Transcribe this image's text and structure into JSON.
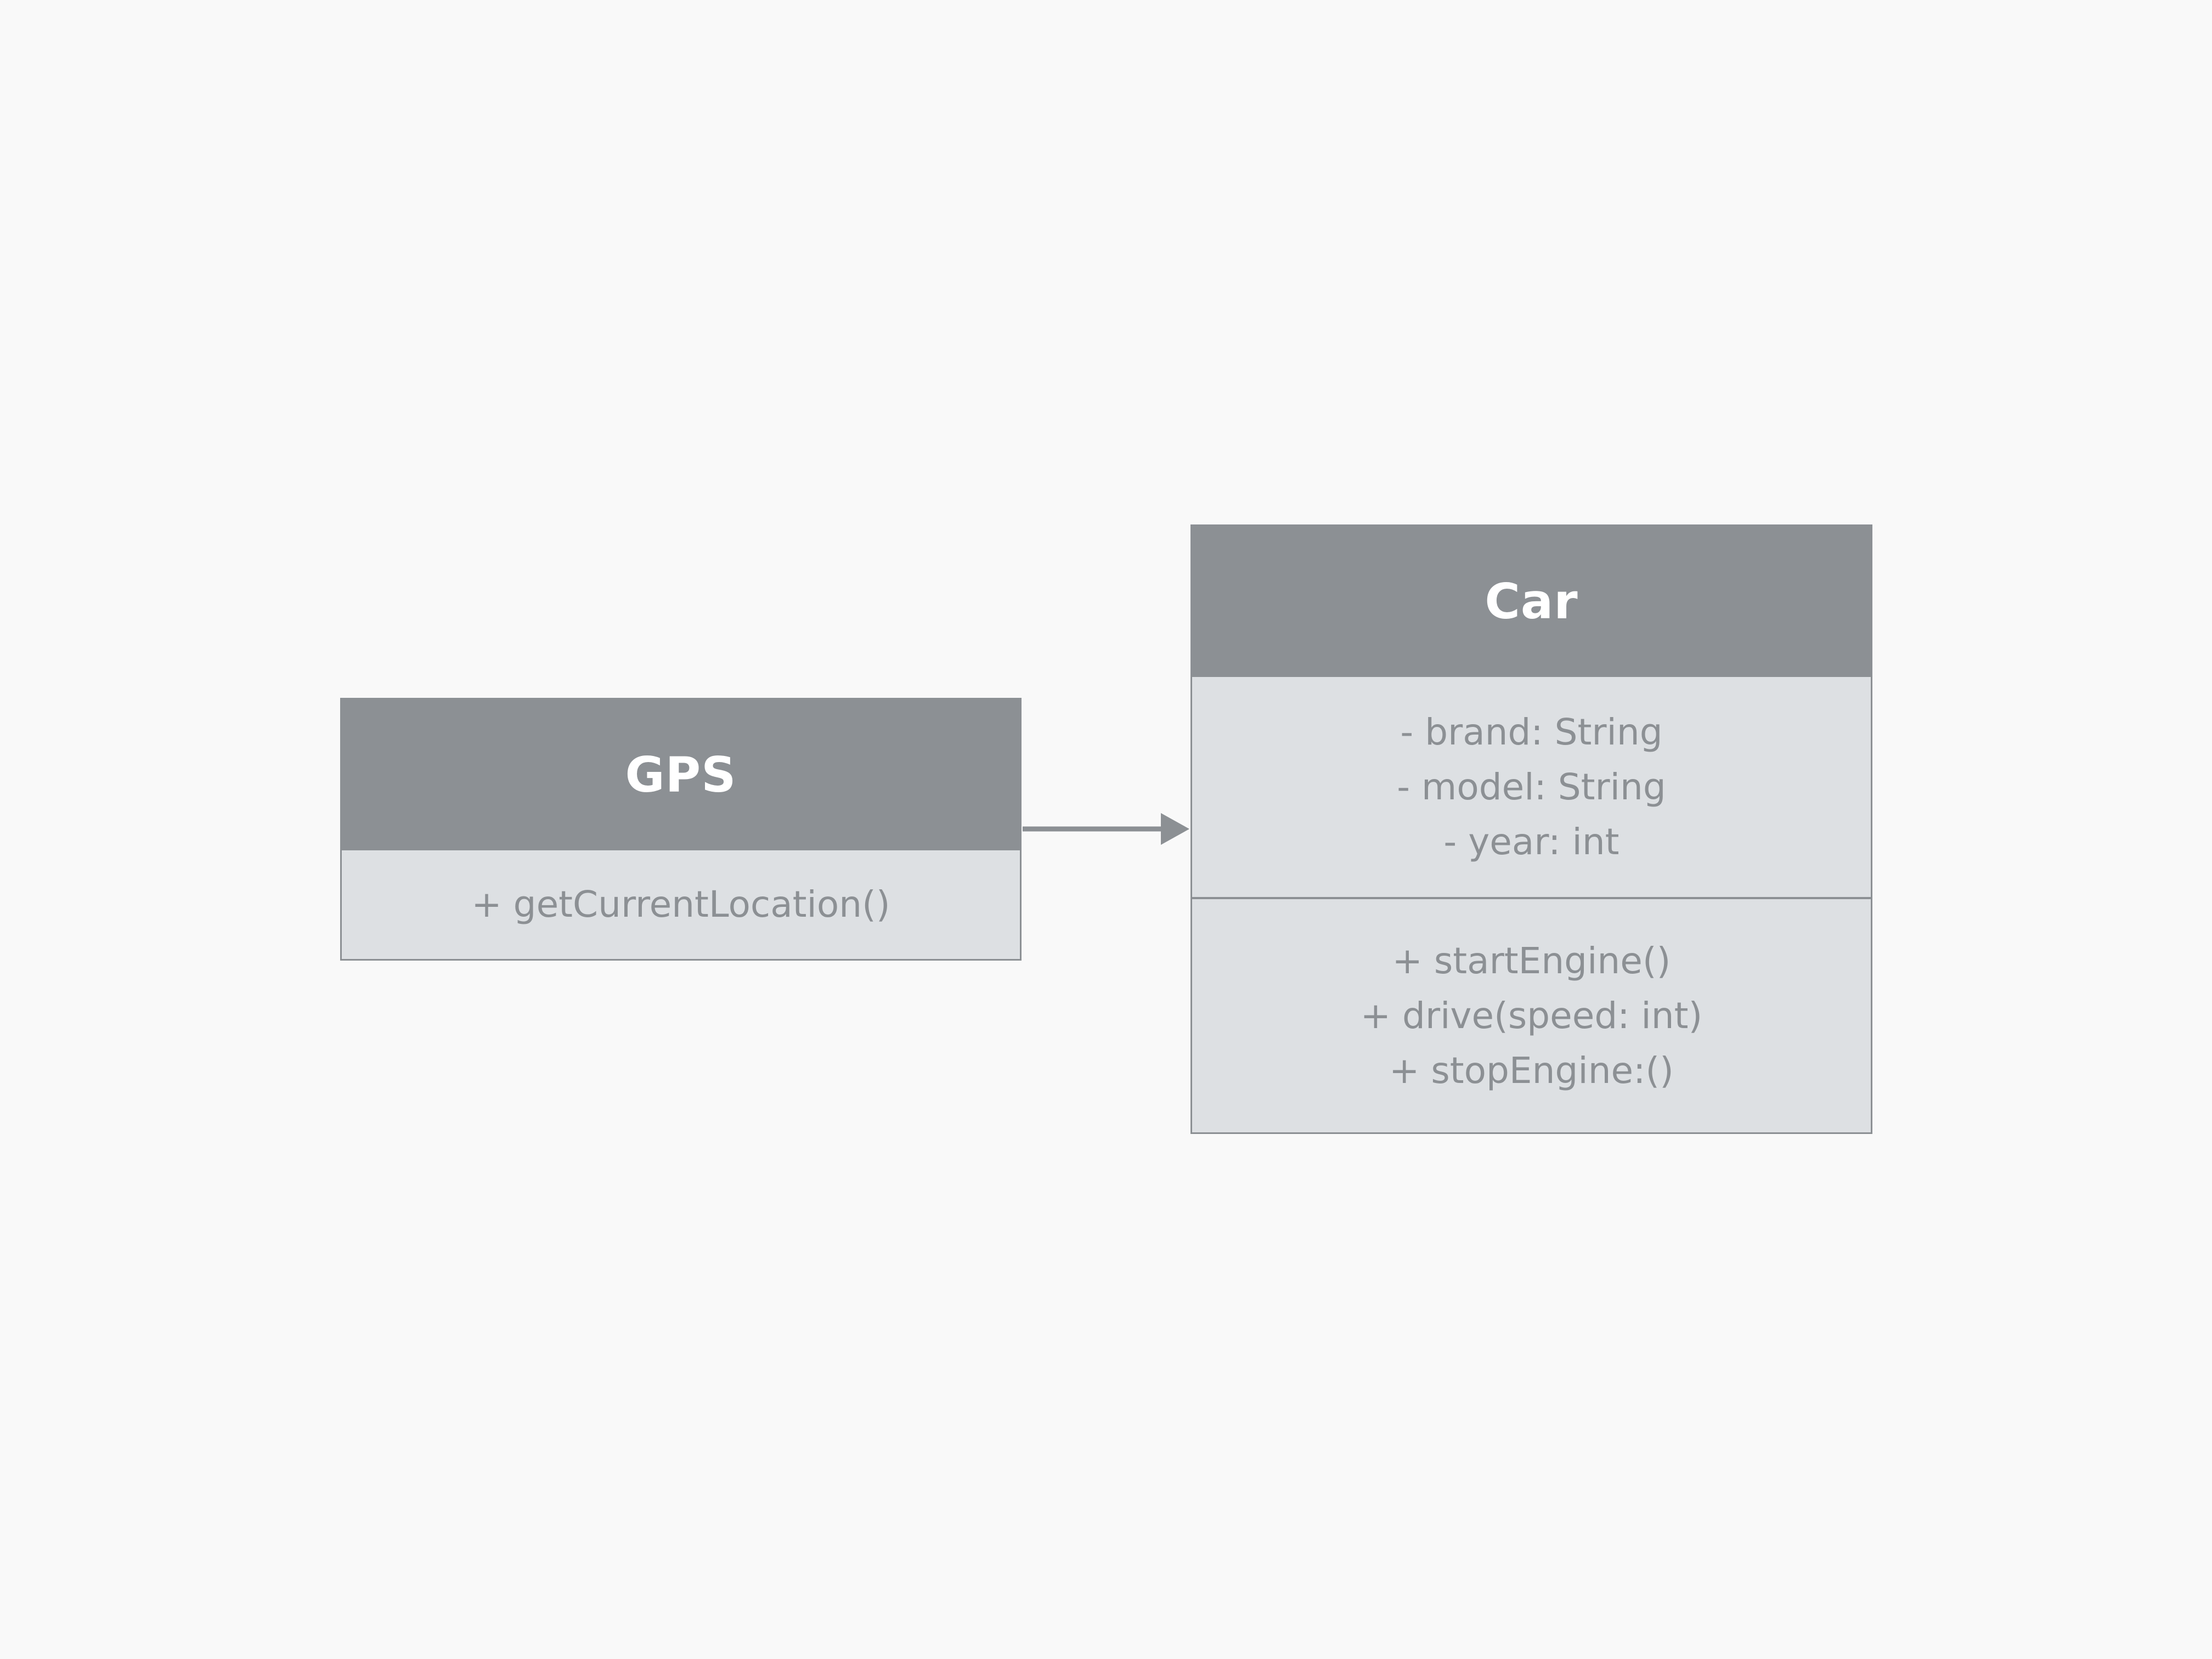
{
  "diagram": {
    "type": "uml-class-diagram",
    "colors": {
      "background": "#f9f9f9",
      "header_fill": "#8c9094",
      "header_text": "#ffffff",
      "body_fill": "#dde0e3",
      "body_text": "#8c9094",
      "border": "#8c9094",
      "arrow": "#8c9094"
    },
    "classes": {
      "gps": {
        "name": "GPS",
        "attributes": [],
        "methods": [
          "+ getCurrentLocation()"
        ]
      },
      "car": {
        "name": "Car",
        "attributes": [
          "- brand: String",
          "- model: String",
          "- year: int"
        ],
        "methods": [
          "+ startEngine()",
          "+ drive(speed: int)",
          "+ stopEngine:()"
        ]
      }
    },
    "relationships": [
      {
        "from": "GPS",
        "to": "Car",
        "type": "directed-association",
        "arrowhead": "filled-triangle"
      }
    ]
  }
}
